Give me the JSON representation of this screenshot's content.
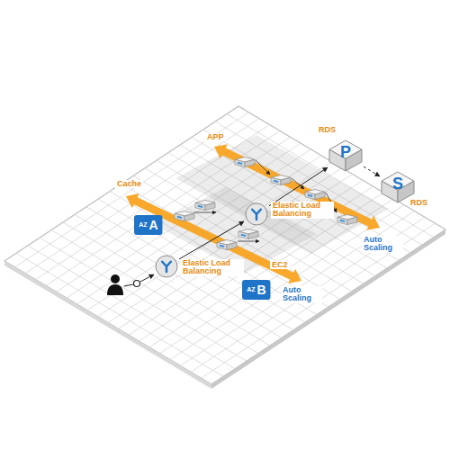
{
  "diagram": {
    "nodes": [
      {
        "text": [
          "RDS",
          "P"
        ]
      },
      {
        "text": [
          "S",
          "RDS"
        ]
      },
      {
        "text": [
          "AZ",
          "A"
        ]
      },
      {
        "text": [
          "Elastic Load Balancing"
        ]
      },
      {
        "text": [
          "AZ",
          "B"
        ]
      },
      {
        "text": [
          "Elastic Load Balancing"
        ]
      }
    ],
    "edges": [
      {
        "from": 5,
        "to": 3,
        "arrow": "to"
      },
      {
        "from": 3,
        "to": 0,
        "arrow": "to"
      },
      {
        "from": 0,
        "to": 1,
        "arrow": "to"
      }
    ],
    "labels": [
      "APP",
      "Cache",
      "EC2",
      "Auto Scaling",
      "Auto Scaling"
    ]
  }
}
